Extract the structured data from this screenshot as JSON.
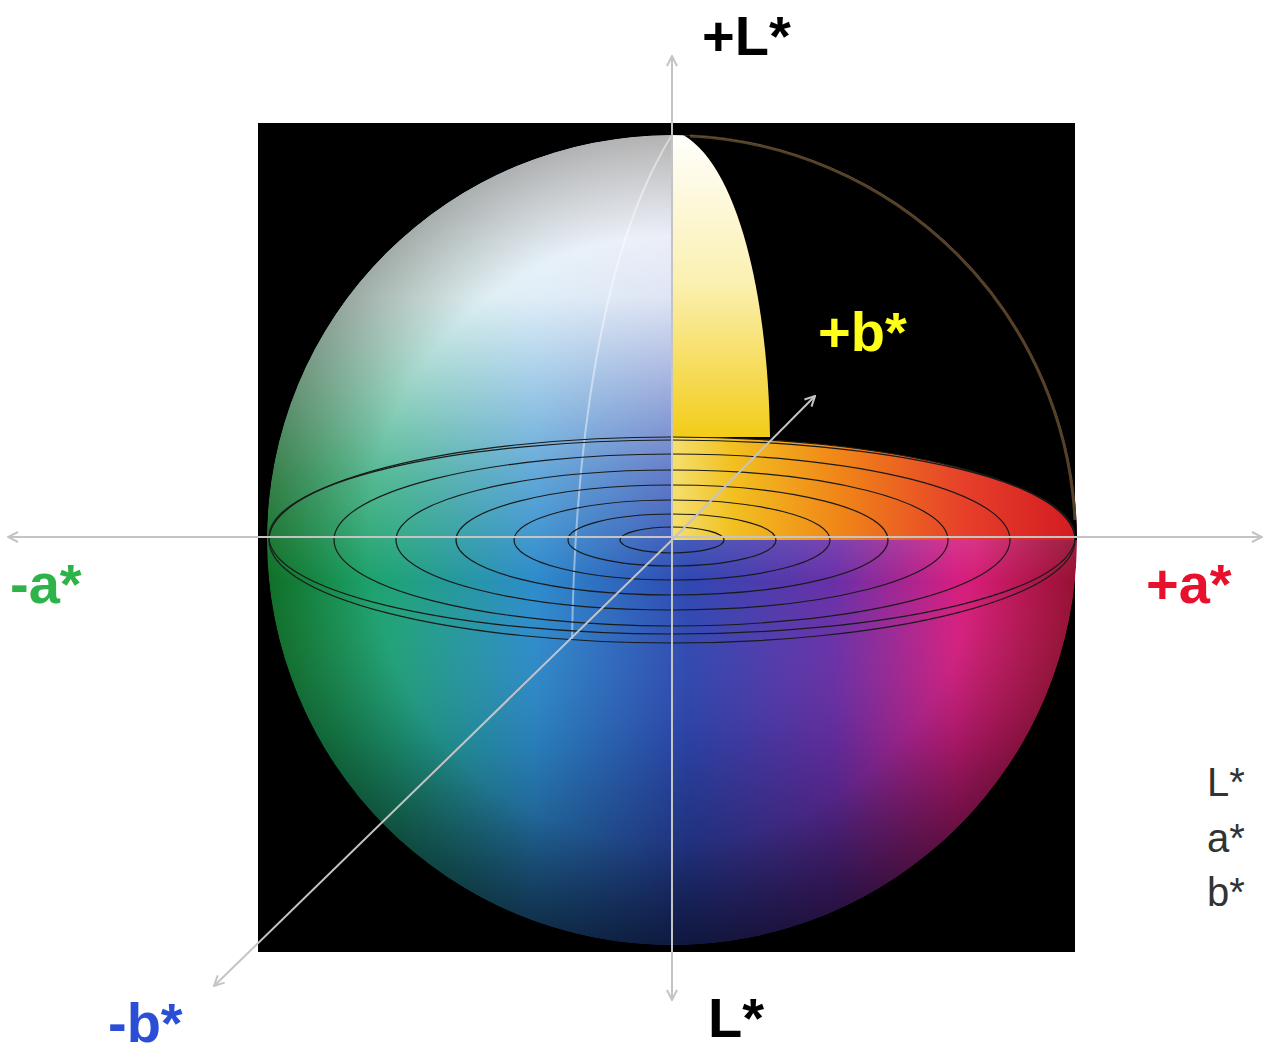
{
  "diagram": {
    "labels": [
      "+L*",
      "+b*",
      "-a*",
      "+a*",
      "-b*",
      "L*",
      "L*",
      "a*",
      "b*"
    ]
  }
}
